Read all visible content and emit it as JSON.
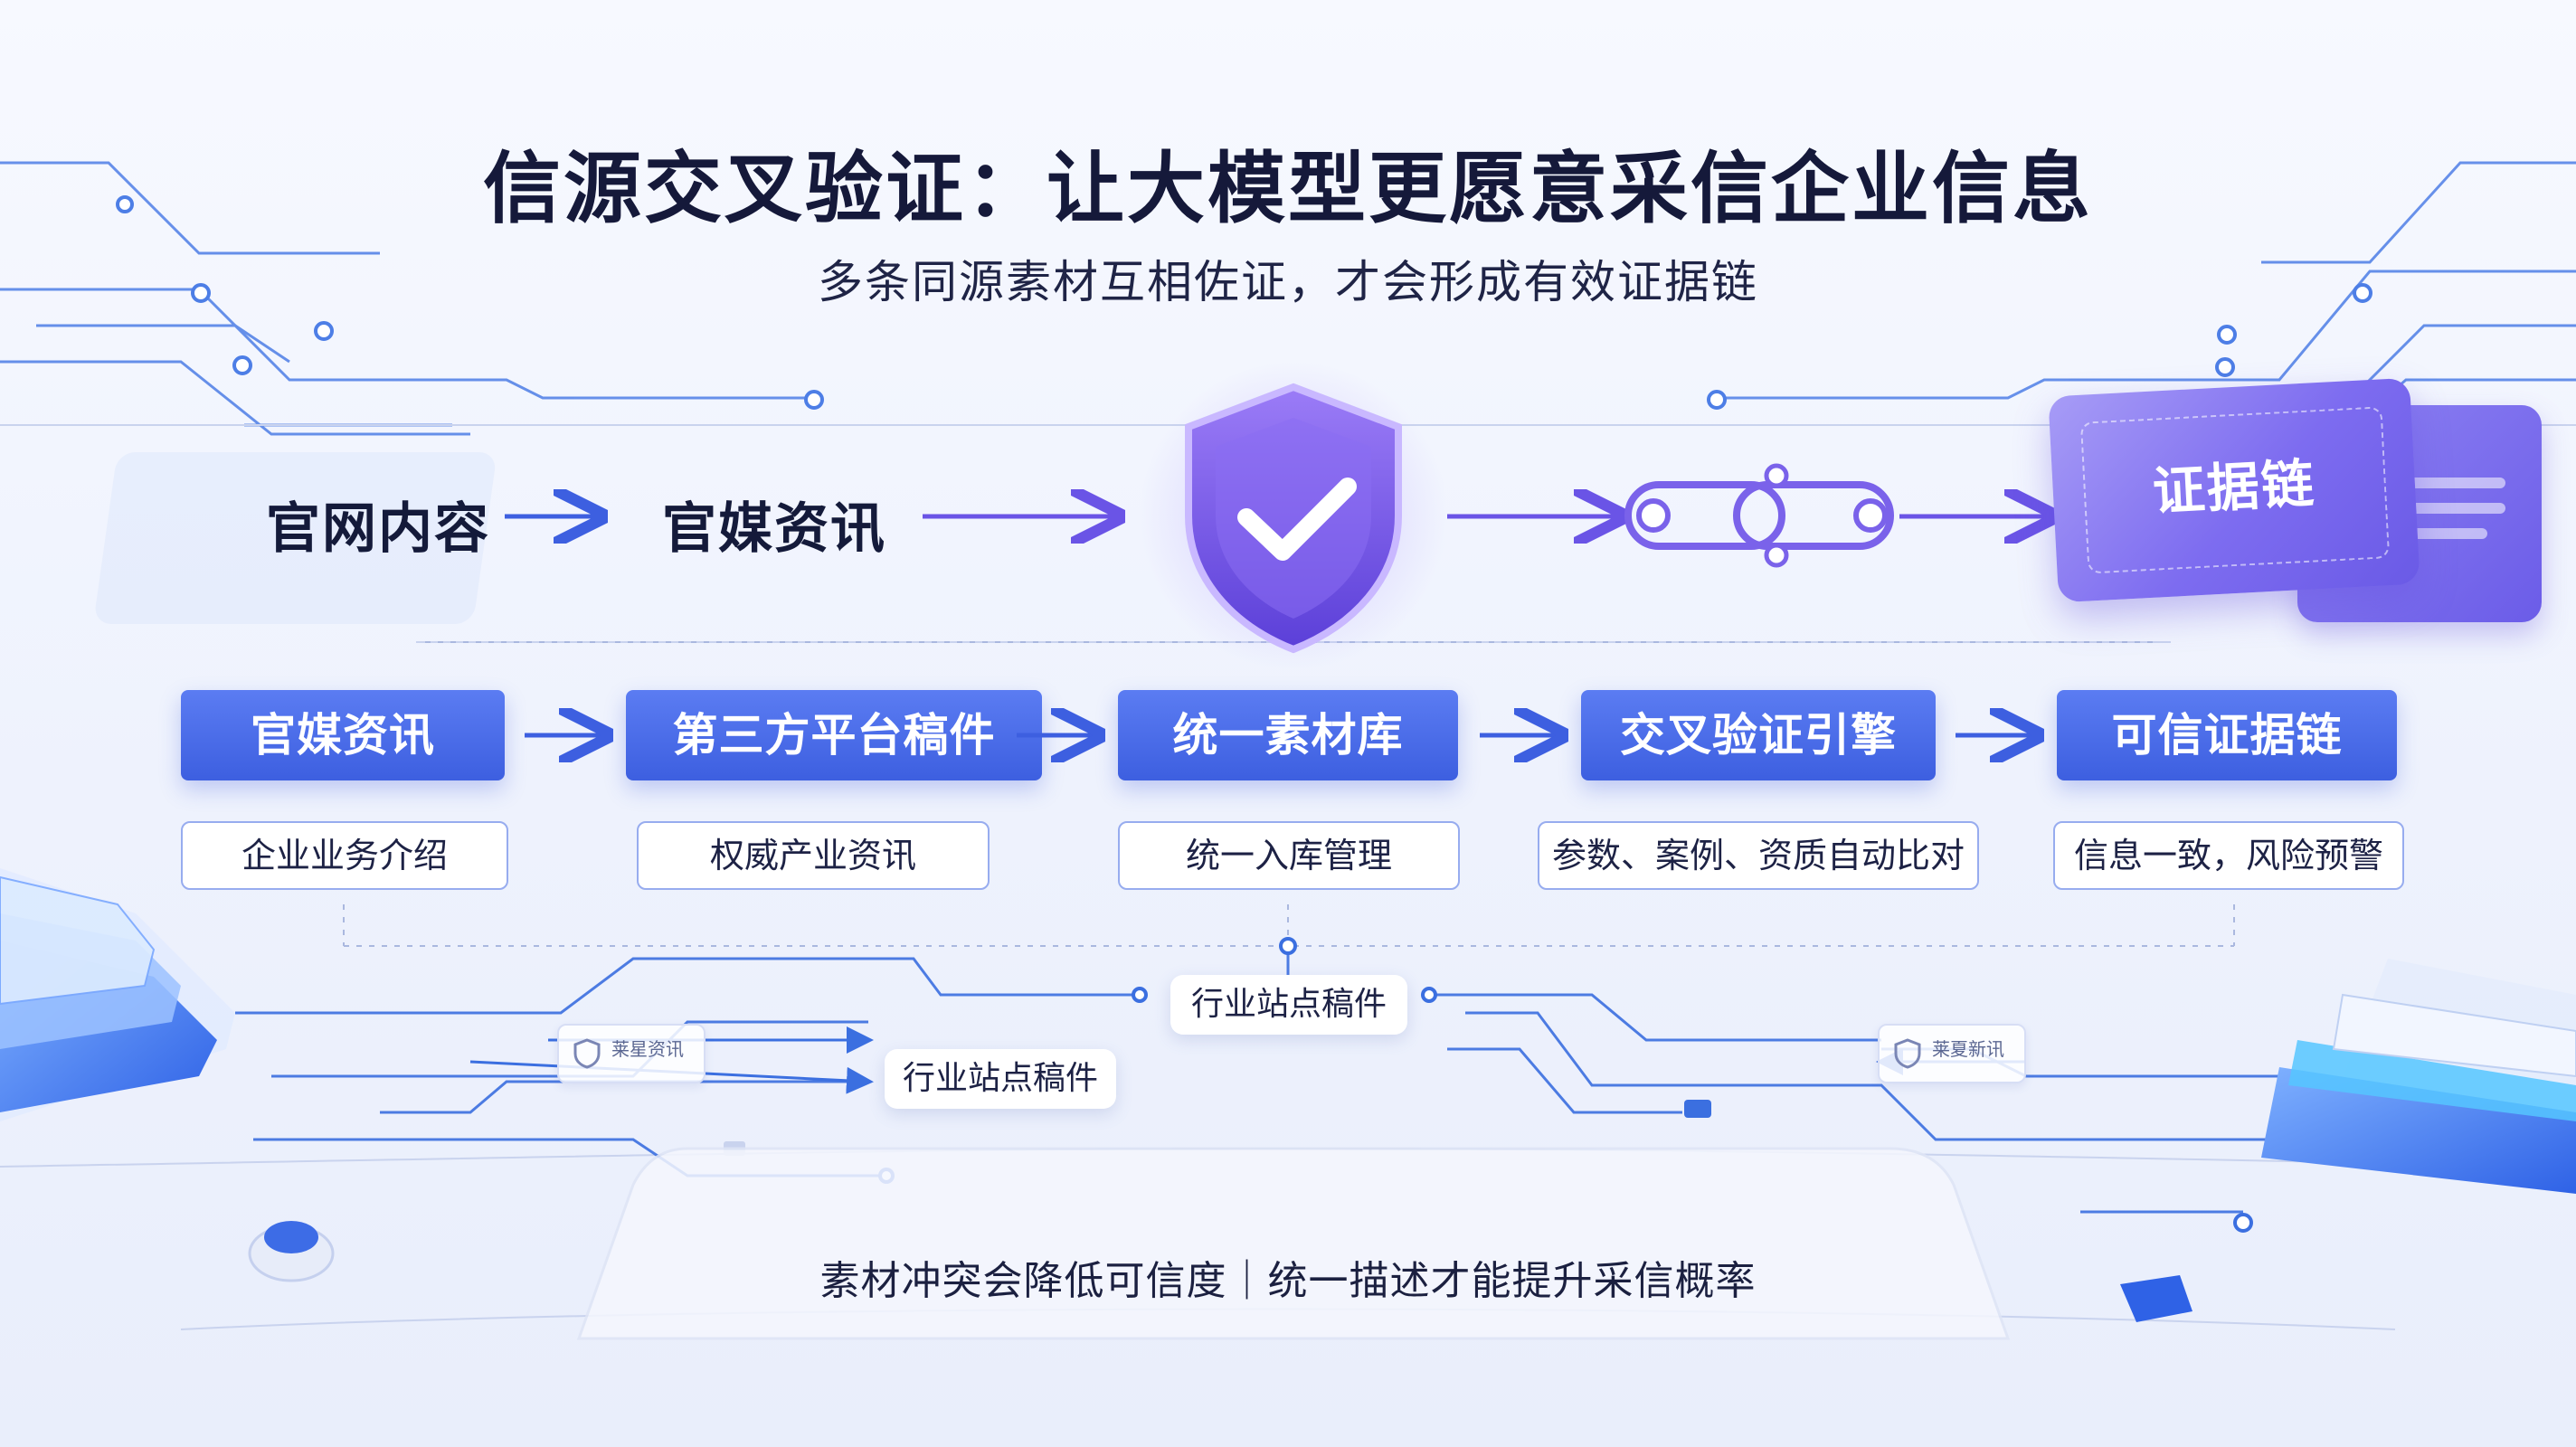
{
  "title": "信源交叉验证：让大模型更愿意采信企业信息",
  "subtitle": "多条同源素材互相佐证，才会形成有效证据链",
  "top_flow": {
    "source_1": "官网内容",
    "source_2": "官媒资讯",
    "evidence_card": "证据链"
  },
  "steps": [
    {
      "label": "官媒资讯",
      "desc": "企业业务介绍"
    },
    {
      "label": "第三方平台稿件",
      "desc": "权威产业资讯"
    },
    {
      "label": "统一素材库",
      "desc": "统一入库管理"
    },
    {
      "label": "交叉验证引擎",
      "desc": "参数、案例、资质自动比对"
    },
    {
      "label": "可信证据链",
      "desc": "信息一致，风险预警"
    }
  ],
  "chips": {
    "industry_site_1": "行业站点稿件",
    "industry_site_2": "行业站点稿件"
  },
  "logo_chips": {
    "left": "莱星资讯",
    "right": "莱夏新讯"
  },
  "footer": "素材冲突会降低可信度｜统一描述才能提升采信概率",
  "colors": {
    "accent_blue": "#3d5fe0",
    "accent_purple": "#7d6cf0",
    "line_blue": "#3b6fe0",
    "text_dark": "#15193a"
  }
}
